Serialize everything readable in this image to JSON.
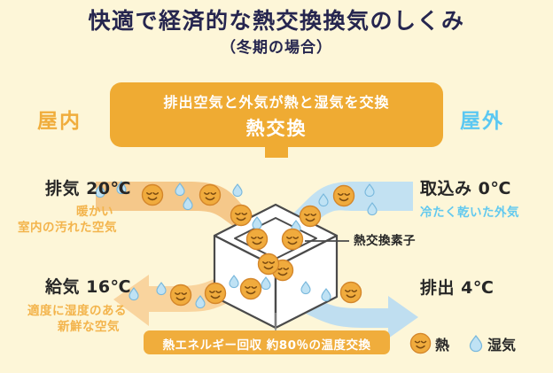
{
  "page": {
    "background_color": "#fdf6d8",
    "title": "快適で経済的な熱交換換気のしくみ",
    "subtitle": "（冬期の場合）"
  },
  "banner": {
    "line1": "排出空気と外気が熱と湿気を交換",
    "line2": "熱交換",
    "color": "#efab33"
  },
  "zones": {
    "indoor_label": "屋内",
    "indoor_color": "#f0ad3c",
    "outdoor_label": "屋外",
    "outdoor_color": "#5bc8f2"
  },
  "flows": {
    "exhaust": {
      "temp": "排気 20℃",
      "desc_line1": "暖かい",
      "desc_line2": "室内の汚れた空気",
      "color": "#f5c884"
    },
    "intake": {
      "temp": "取込み 0℃",
      "desc_line1": "冷たく乾いた外気",
      "color": "#bfdff0"
    },
    "supply": {
      "temp": "給気 16℃",
      "desc_line1": "適度に湿度のある",
      "desc_line2": "新鮮な空気",
      "color": "#f8d29b"
    },
    "discharge": {
      "temp": "排出 4℃",
      "color": "#bfdff0"
    }
  },
  "core": {
    "callout_label": "熱交換素子"
  },
  "recovery": {
    "text": "熱エネルギー回収 約80％の温度交換",
    "color": "#f0ad3c"
  },
  "legend": {
    "heat_label": "熱",
    "heat_icon": "smiley-face-icon",
    "humidity_label": "湿気",
    "humidity_icon": "water-drop-icon"
  }
}
